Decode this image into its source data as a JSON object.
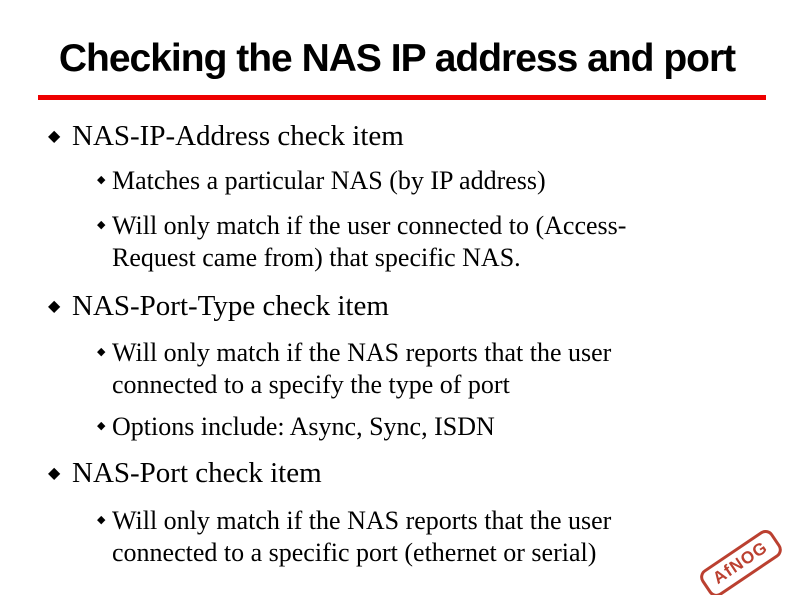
{
  "slide": {
    "title": "Checking the NAS IP address and port",
    "bullet_glyph": "◆",
    "accent_color": "#ee0000",
    "text_color": "#000000",
    "sections": [
      {
        "label": "NAS-IP-Address check item",
        "subitems": [
          "Matches a particular NAS (by IP address)",
          "Will only match if the user connected to (Access-Request came from) that specific NAS."
        ]
      },
      {
        "label": "NAS-Port-Type check item",
        "subitems": [
          "Will only match if the NAS reports that the user connected to a specify the type of port",
          "Options include: Async, Sync, ISDN"
        ]
      },
      {
        "label": "NAS-Port check item",
        "subitems": [
          "Will only match if the NAS reports that the user connected to a specific port (ethernet or serial)"
        ]
      }
    ],
    "stamp": {
      "label": "AfNOG",
      "color": "#bb4030"
    }
  }
}
